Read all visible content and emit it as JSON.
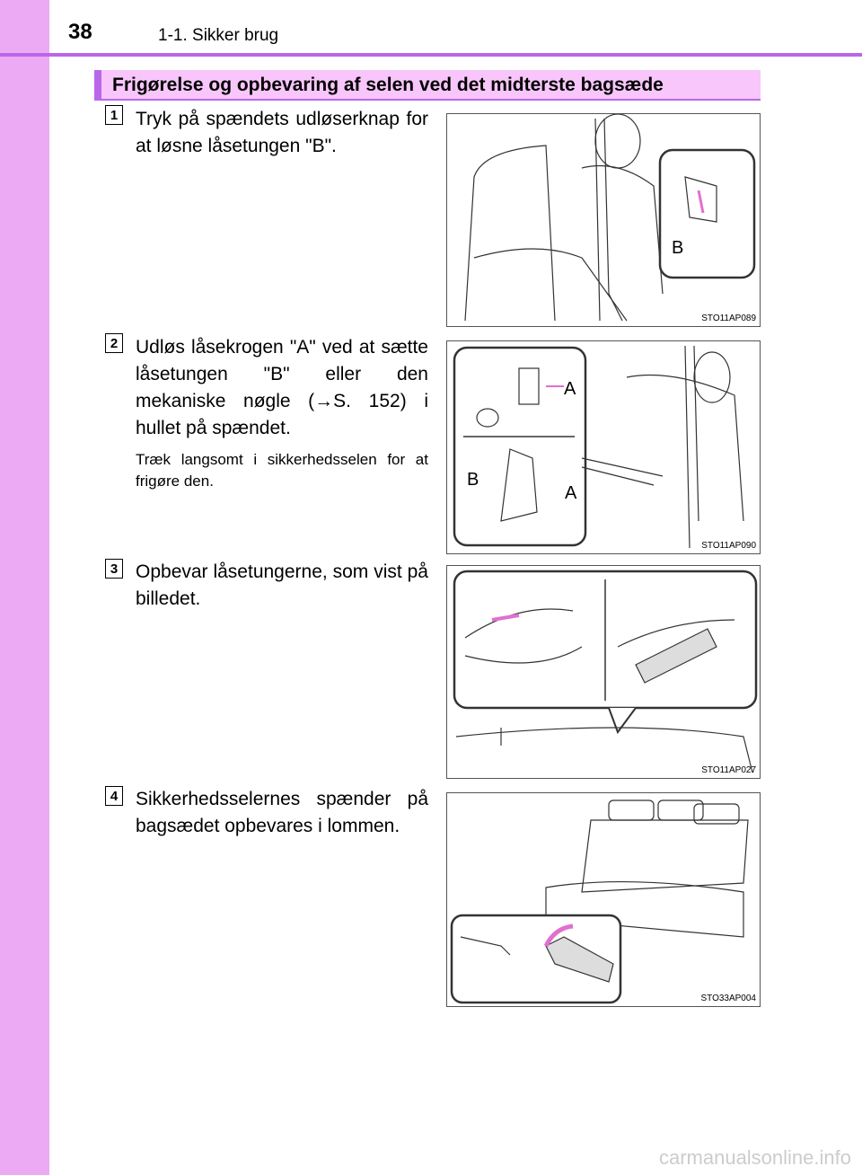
{
  "header": {
    "page_number": "38",
    "section": "1-1. Sikker brug"
  },
  "heading": "Frigørelse og opbevaring af selen ved det midterste bagsæde",
  "steps": [
    {
      "number": "1",
      "text": "Tryk på spændets udløserknap for at løsne låsetungen \"B\".",
      "figure_code": "STO11AP089",
      "labels": [
        "B"
      ]
    },
    {
      "number": "2",
      "text": "Udløs låsekrogen \"A\" ved at sætte låsetungen \"B\" eller den mekaniske nøgle (→S. 152) i hullet på spændet.",
      "note": "Træk langsomt i sikkerhedsselen for at frigøre den.",
      "figure_code": "STO11AP090",
      "labels": [
        "A",
        "B",
        "A"
      ]
    },
    {
      "number": "3",
      "text": "Opbevar låsetungerne, som vist på billedet.",
      "figure_code": "STO11AP027"
    },
    {
      "number": "4",
      "text": "Sikkerhedsselernes spænder på bagsædet opbevares i lom­men.",
      "figure_code": "STO33AP004"
    }
  ],
  "watermark": "carmanualsonline.info",
  "colors": {
    "sidebar": "#ebaaf3",
    "accent": "#b967ea",
    "heading_bg": "#f8c6fb",
    "arrow": "#f0a0e8"
  }
}
